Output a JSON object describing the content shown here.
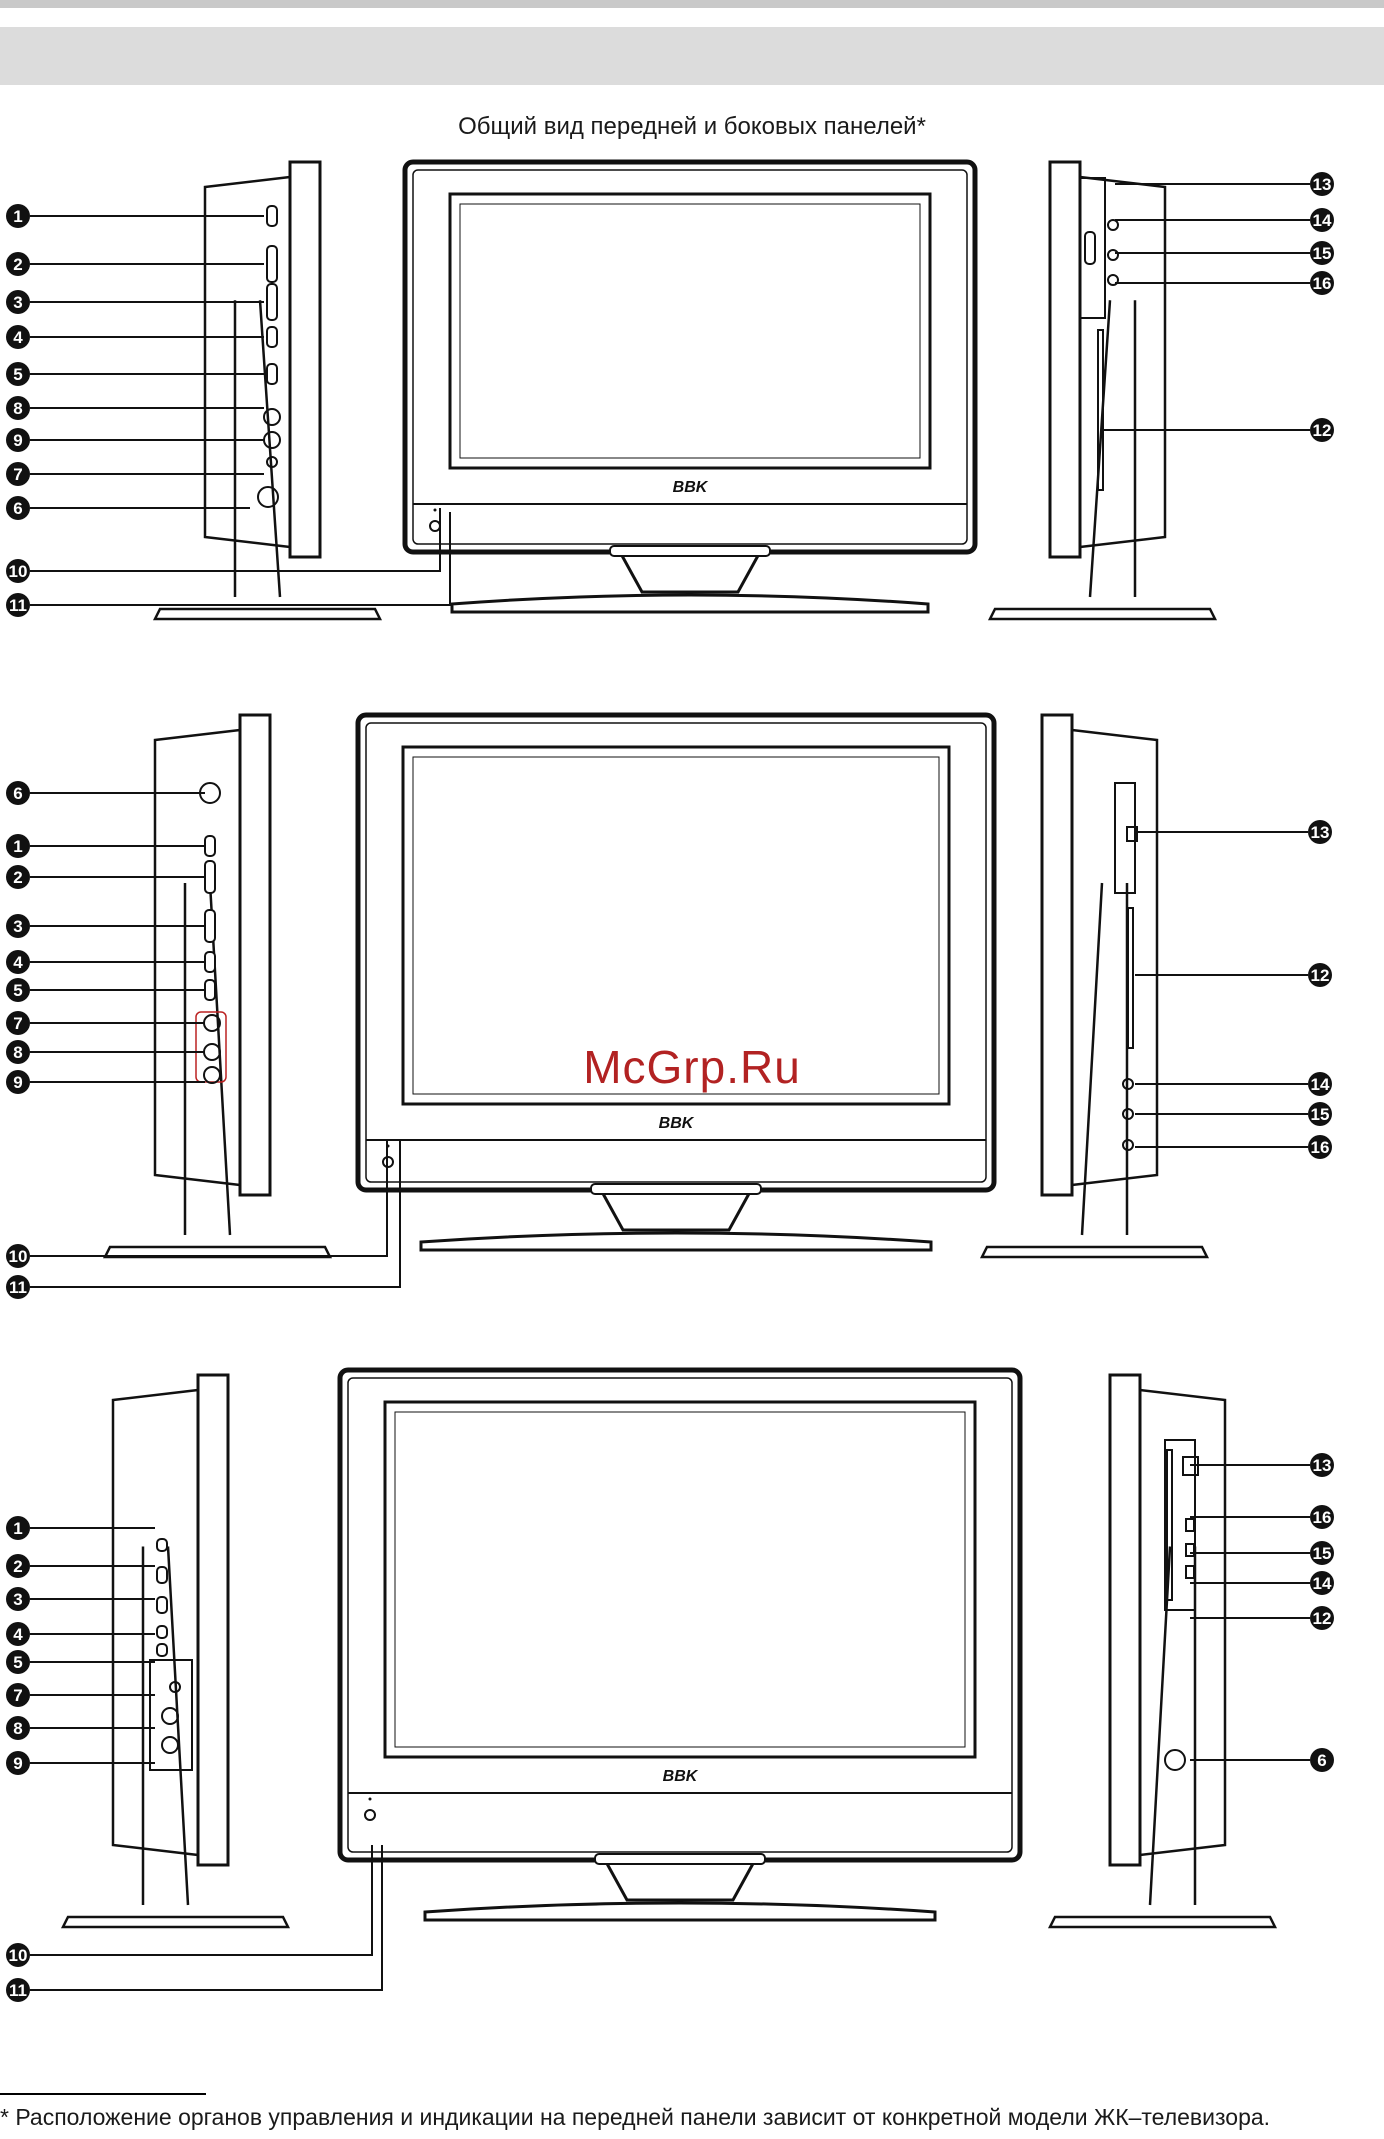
{
  "caption": "Общий вид передней и боковых панелей*",
  "brand": "BBK",
  "watermark": "McGrp.Ru",
  "footnote": "* Расположение органов управления и индикации на передней панели зависит от конкретной модели ЖК–телевизора.",
  "figures": [
    {
      "left_callouts": [
        "1",
        "2",
        "3",
        "4",
        "5",
        "8",
        "9",
        "7",
        "6",
        "10",
        "11"
      ],
      "right_callouts": [
        "13",
        "14",
        "15",
        "16",
        "12"
      ]
    },
    {
      "left_callouts": [
        "6",
        "1",
        "2",
        "3",
        "4",
        "5",
        "7",
        "8",
        "9",
        "10",
        "11"
      ],
      "right_callouts": [
        "13",
        "12",
        "14",
        "15",
        "16"
      ]
    },
    {
      "left_callouts": [
        "1",
        "2",
        "3",
        "4",
        "5",
        "7",
        "8",
        "9",
        "10",
        "11"
      ],
      "right_callouts": [
        "13",
        "16",
        "15",
        "14",
        "12",
        "6"
      ]
    }
  ]
}
